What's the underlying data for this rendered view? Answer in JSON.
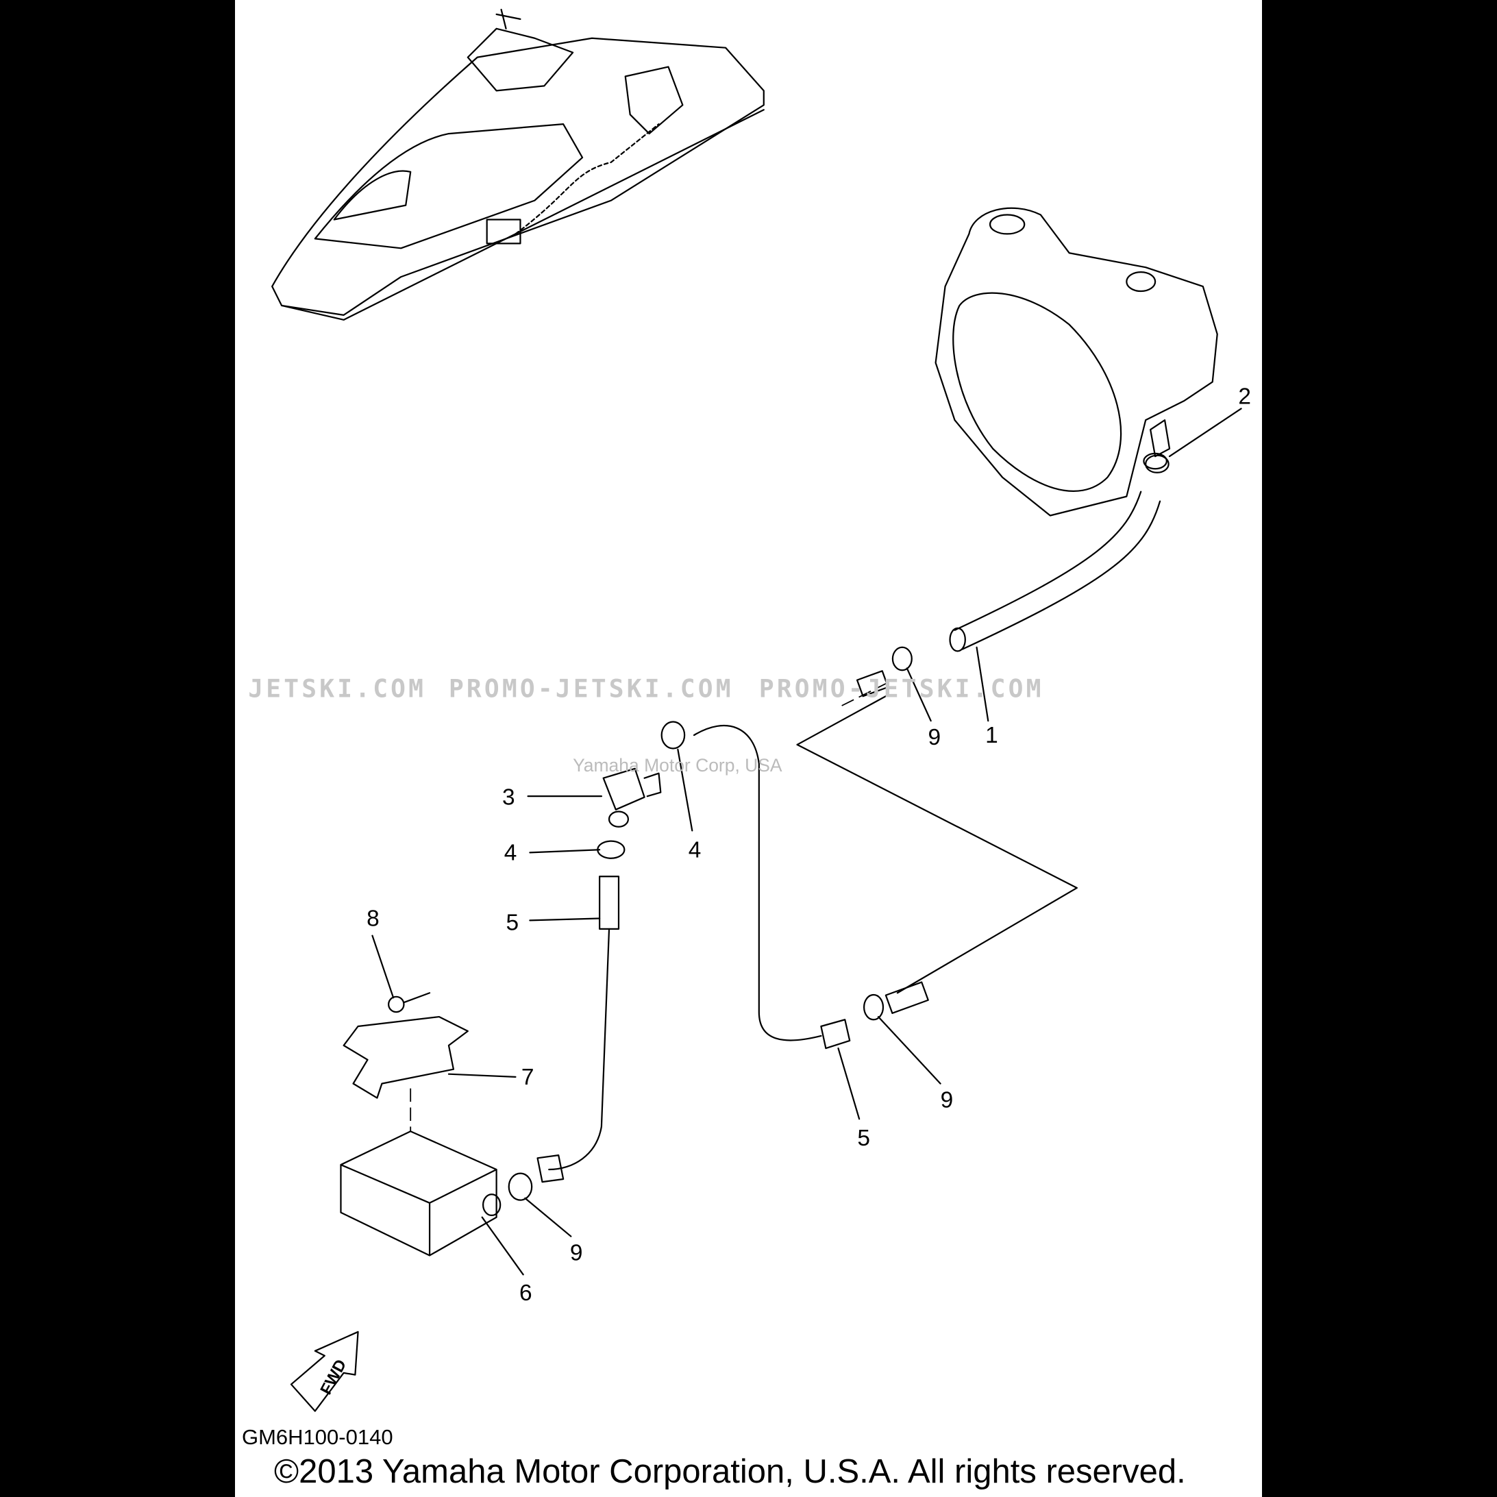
{
  "diagram": {
    "callouts": [
      {
        "id": "c1",
        "label": "1"
      },
      {
        "id": "c2",
        "label": "2"
      },
      {
        "id": "c3",
        "label": "3"
      },
      {
        "id": "c4a",
        "label": "4"
      },
      {
        "id": "c4b",
        "label": "4"
      },
      {
        "id": "c5a",
        "label": "5"
      },
      {
        "id": "c5b",
        "label": "5"
      },
      {
        "id": "c6",
        "label": "6"
      },
      {
        "id": "c7",
        "label": "7"
      },
      {
        "id": "c8",
        "label": "8"
      },
      {
        "id": "c9a",
        "label": "9"
      },
      {
        "id": "c9b",
        "label": "9"
      },
      {
        "id": "c9c",
        "label": "9"
      }
    ],
    "fwd_label": "FWD",
    "watermark": {
      "text1": "JETSKI.COM",
      "text2": "PROMO-JETSKI.COM",
      "text3": "PROMO-JETSKI.COM",
      "overlay": "Yamaha Motor Corp, USA"
    }
  },
  "footer": {
    "diagram_code": "GM6H100-0140",
    "copyright": "©2013 Yamaha Motor Corporation, U.S.A. All rights reserved."
  }
}
